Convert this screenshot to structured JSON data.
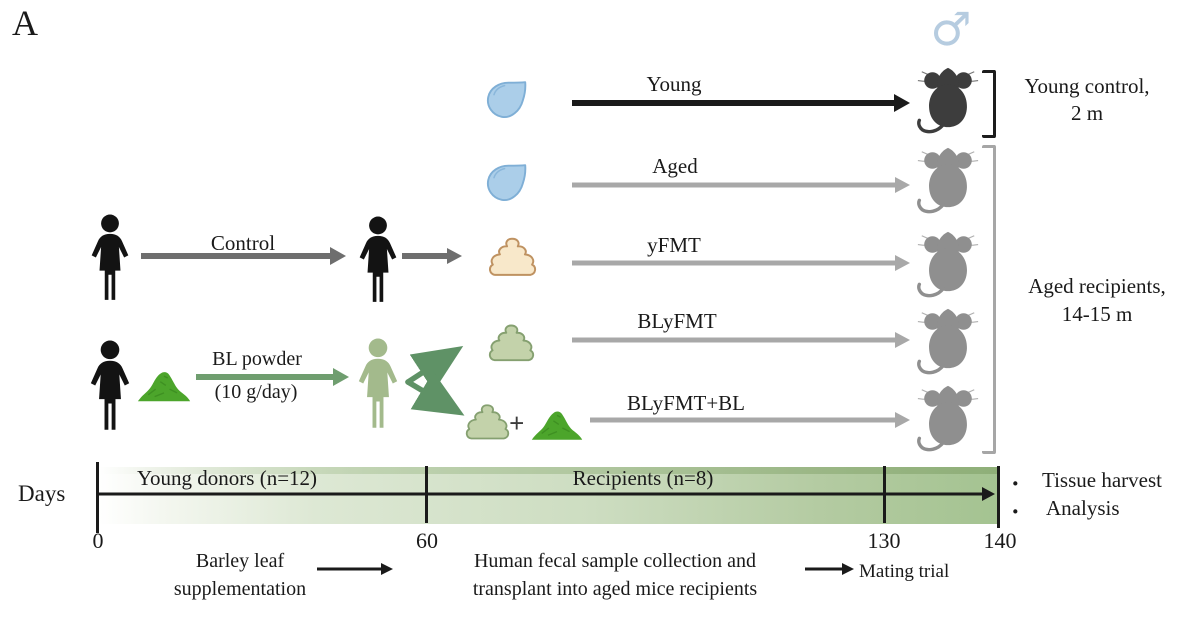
{
  "panel_label": "A",
  "colors": {
    "black_arrow": "#1a1a1a",
    "gray_arrow": "#a8a8a8",
    "dark_gray_arrow": "#6e6e6e",
    "green_arrow": "#5f9266",
    "green_human": "#a3ba8c",
    "droplet_fill": "#abcee9",
    "droplet_stroke": "#7fafd6",
    "tan_feces_fill": "#f8e8ca",
    "tan_feces_stroke": "#bf9261",
    "green_feces_fill": "#c3d2aa",
    "green_feces_stroke": "#85a070",
    "powder_green": "#4ca52b",
    "male_symbol_blue": "#b6cce0",
    "timeline_band_green": "#a4c391",
    "dark_mouse": "#3d3d3d",
    "gray_mouse": "#8f8f8f"
  },
  "donors": {
    "control_label": "Control",
    "bl_label_line1": "BL powder",
    "bl_label_line2": "(10 g/day)",
    "plus_sign": "+"
  },
  "groups": [
    {
      "label": "Young"
    },
    {
      "label": "Aged"
    },
    {
      "label": "yFMT"
    },
    {
      "label": "BLyFMT"
    },
    {
      "label": "BLyFMT+BL"
    }
  ],
  "recipients": {
    "male_symbol": "♂",
    "young_control_line1": "Young control,",
    "young_control_line2": "2 m",
    "aged_line1": "Aged recipients,",
    "aged_line2": "14-15 m"
  },
  "timeline": {
    "axis_label": "Days",
    "segment_labels": [
      "Young donors (n=12)",
      "Recipients (n=8)"
    ],
    "tick_labels": [
      "0",
      "60",
      "130",
      "140"
    ],
    "barley_line1": "Barley leaf",
    "barley_line2": "supplementation",
    "fecal_line1": "Human fecal sample collection and",
    "fecal_line2": "transplant into aged mice recipients",
    "mating_label": "Mating trial",
    "bullet": "·",
    "endpoint_items": [
      "Tissue harvest",
      "Analysis"
    ]
  }
}
